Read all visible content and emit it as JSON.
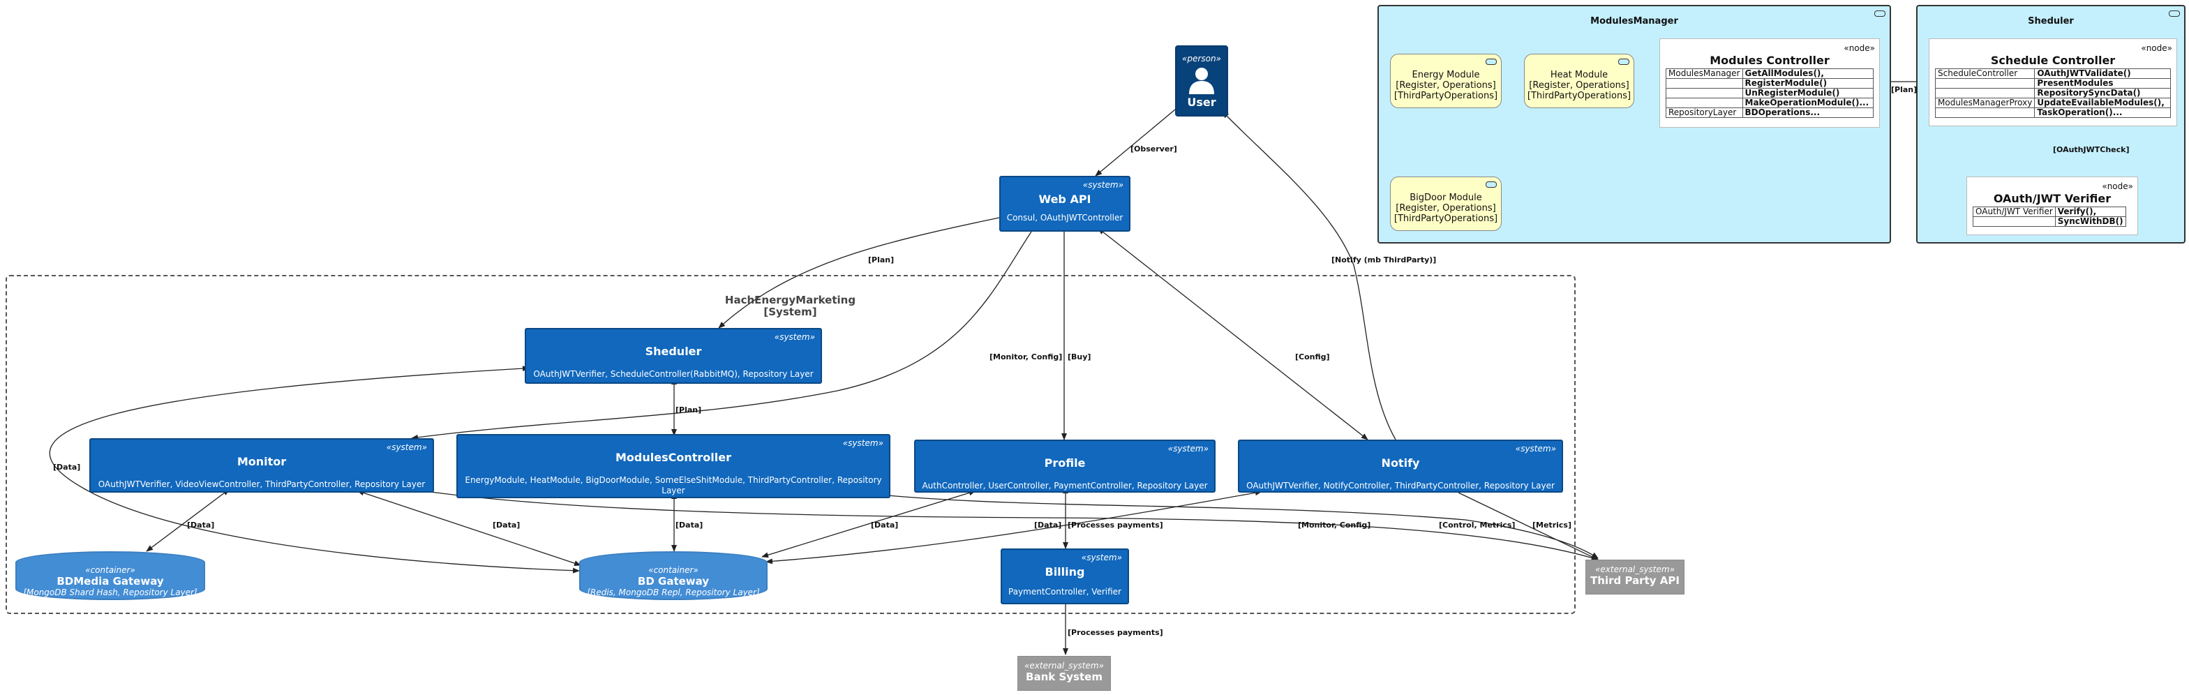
{
  "boundary": {
    "title": "HachEnergyMarketing",
    "subtitle": "[System]"
  },
  "person": {
    "stereotype": "«person»",
    "name": "User",
    "icon": "person-icon"
  },
  "systems": {
    "webapi": {
      "stereotype": "«system»",
      "name": "Web API",
      "desc": "Consul, OAuthJWTController"
    },
    "sheduler": {
      "stereotype": "«system»",
      "name": "Sheduler",
      "desc": "OAuthJWTVerifier, ScheduleController(RabbitMQ), Repository Layer"
    },
    "monitor": {
      "stereotype": "«system»",
      "name": "Monitor",
      "desc": "OAuthJWTVerifier, VideoViewController, ThirdPartyController, Repository Layer"
    },
    "modules": {
      "stereotype": "«system»",
      "name": "ModulesController",
      "desc": "EnergyModule, HeatModule, BigDoorModule, SomeElseShitModule, ThirdPartyController, Repository Layer"
    },
    "profile": {
      "stereotype": "«system»",
      "name": "Profile",
      "desc": "AuthController, UserController, PaymentController, Repository Layer"
    },
    "notify": {
      "stereotype": "«system»",
      "name": "Notify",
      "desc": "OAuthJWTVerifier, NotifyController, ThirdPartyController, Repository Layer"
    },
    "billing": {
      "stereotype": "«system»",
      "name": "Billing",
      "desc": "PaymentController, Verifier"
    }
  },
  "containers": {
    "bdmedia": {
      "stereotype": "«container»",
      "name": "BDMedia Gateway",
      "desc": "[MongoDB Shard Hash, Repository Layer]"
    },
    "bdgateway": {
      "stereotype": "«container»",
      "name": "BD Gateway",
      "desc": "[Redis, MongoDB Repl, Repository Layer]"
    }
  },
  "externals": {
    "thirdparty": {
      "stereotype": "«external_system»",
      "name": "Third Party API"
    },
    "bank": {
      "stereotype": "«external_system»",
      "name": "Bank System"
    }
  },
  "modules_manager": {
    "title": "ModulesManager",
    "energy": [
      "Energy Module",
      "[Register, Operations]",
      "[ThirdPartyOperations]"
    ],
    "heat": [
      "Heat Module",
      "[Register, Operations]",
      "[ThirdPartyOperations]"
    ],
    "bigdoor": [
      "BigDoor Module",
      "[Register, Operations]",
      "[ThirdPartyOperations]"
    ],
    "controller": {
      "stereotype": "«node»",
      "title": "Modules Controller",
      "rows": [
        [
          "ModulesManager",
          "GetAllModules(),"
        ],
        [
          "",
          "RegisterModule()"
        ],
        [
          "",
          "UnRegisterModule()"
        ],
        [
          "",
          "MakeOperationModule()..."
        ],
        [
          "RepositoryLayer",
          "BDOperations..."
        ]
      ]
    }
  },
  "sheduler_pkg": {
    "title": "Sheduler",
    "controller": {
      "stereotype": "«node»",
      "title": "Schedule Controller",
      "rows": [
        [
          "ScheduleController",
          "OAuthJWTValidate()"
        ],
        [
          "",
          "PresentModules"
        ],
        [
          "",
          "RepositorySyncData()"
        ],
        [
          "ModulesManagerProxy",
          "UpdateEvailableModules(),"
        ],
        [
          "",
          "TaskOperation()..."
        ]
      ]
    },
    "verifier": {
      "stereotype": "«node»",
      "title": "OAuth/JWT Verifier",
      "rows": [
        [
          "OAuth/JWT Verifier",
          "Verify(),"
        ],
        [
          "",
          "SyncWithDB()"
        ]
      ]
    }
  },
  "edges": {
    "observer": "[Observer]",
    "plan": "[Plan]",
    "monitor_config": "[Monitor, Config]",
    "buy": "[Buy]",
    "config": "[Config]",
    "notify_mb": "[Notify (mb ThirdParty)]",
    "plan2": "[Plan]",
    "data_sched": "[Data]",
    "data_monitor_media": "[Data]",
    "data_monitor_gw": "[Data]",
    "data_modules": "[Data]",
    "data_profile": "[Data]",
    "data_notify": "[Data]",
    "processes1": "[Processes payments]",
    "processes2": "[Processes payments]",
    "monitor_config2": "[Monitor, Config]",
    "control_metrics": "[Control, Metrics]",
    "metrics": "[Metrics]",
    "plan_pkg": "[Plan]",
    "oauth_check": "[OAuthJWTCheck]"
  },
  "colors": {
    "system": "#1168bd",
    "person": "#08427b",
    "container": "#438dd5",
    "external": "#999999",
    "package": "#c4f0fe",
    "component": "#feffc6"
  }
}
